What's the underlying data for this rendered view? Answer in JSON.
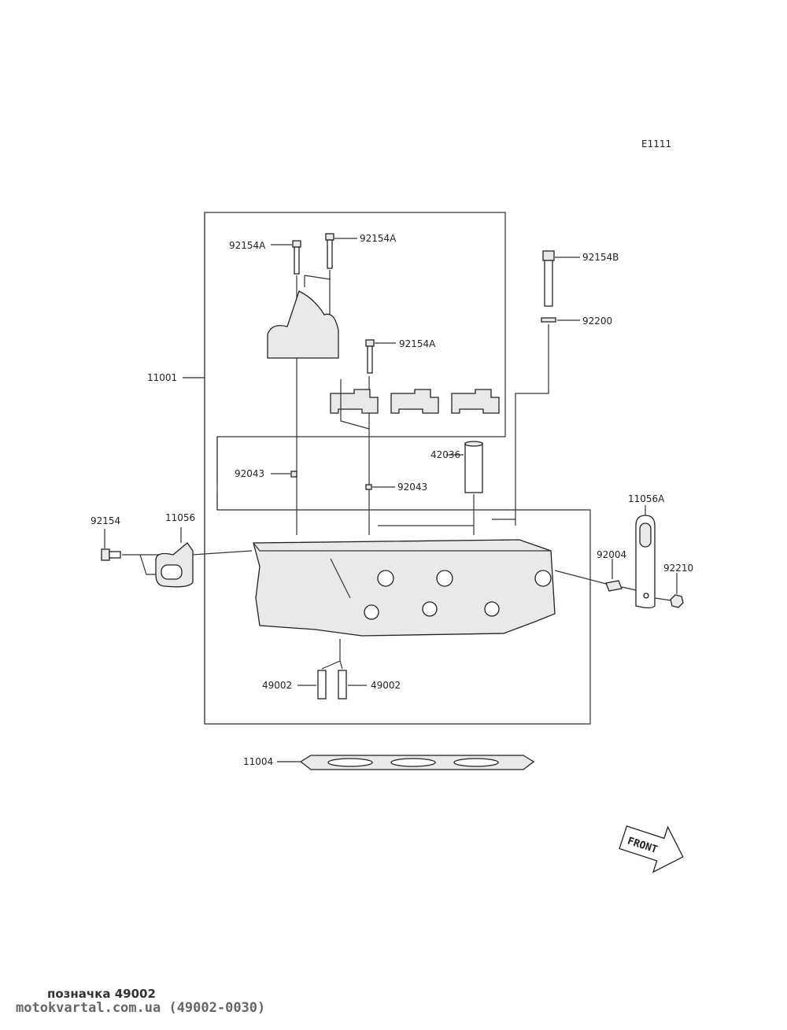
{
  "diagram_code": "E1111",
  "labels": {
    "bolt_a1": "92154A",
    "bolt_a2": "92154A",
    "bolt_a3": "92154A",
    "bolt_b": "92154B",
    "washer": "92200",
    "head_assy": "11001",
    "pipe": "42036",
    "pin1": "92043",
    "pin2": "92043",
    "bracket_a": "11056A",
    "bolt": "92154",
    "bracket": "11056",
    "stud": "92004",
    "nut": "92210",
    "guide1": "49002",
    "guide2": "49002",
    "gasket": "11004"
  },
  "front_arrow": "FRONT",
  "footer": {
    "designation": "позначка 49002",
    "site": "motokvartal.com.ua (49002-0030)"
  }
}
